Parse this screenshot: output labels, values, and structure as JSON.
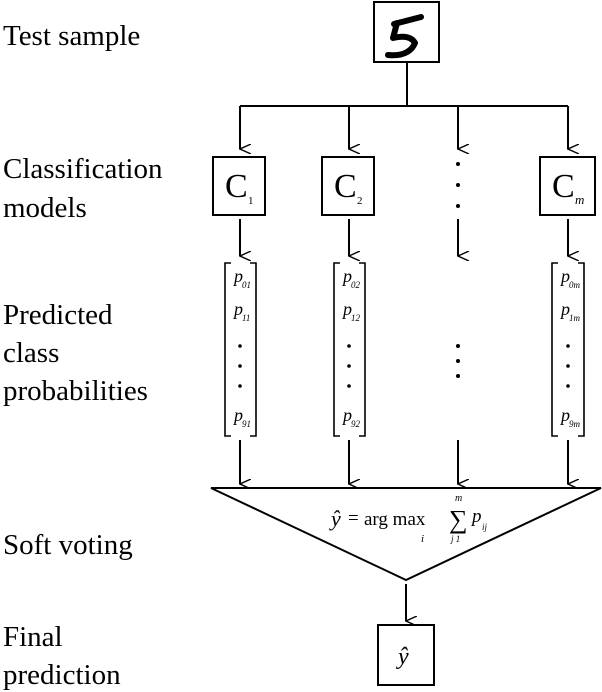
{
  "rows": {
    "test_sample": "Test sample",
    "classification_line1": "Classification",
    "classification_line2": "models",
    "predicted_line1": "Predicted",
    "predicted_line2": "class",
    "predicted_line3": "probabilities",
    "soft_voting": "Soft voting",
    "final_line1": "Final",
    "final_line2": "prediction"
  },
  "sample_digit": "5",
  "models": [
    {
      "letter": "C",
      "sub": "1",
      "p_top": "01",
      "p_second": "11",
      "p_bottom": "91"
    },
    {
      "letter": "C",
      "sub": "2",
      "p_top": "02",
      "p_second": "12",
      "p_bottom": "92"
    },
    {
      "letter": "C",
      "sub": "m",
      "p_top": "0m",
      "p_second": "1m",
      "p_bottom": "9m"
    }
  ],
  "prob_symbol": "p",
  "formula": {
    "lhs": "ŷ",
    "eq": "=",
    "op": "arg max",
    "op_sub": "i",
    "sigma": "∑",
    "sum_upper": "m",
    "sum_lower": "j   1",
    "term": "p",
    "term_sub": "ij"
  },
  "final_symbol": "ŷ"
}
